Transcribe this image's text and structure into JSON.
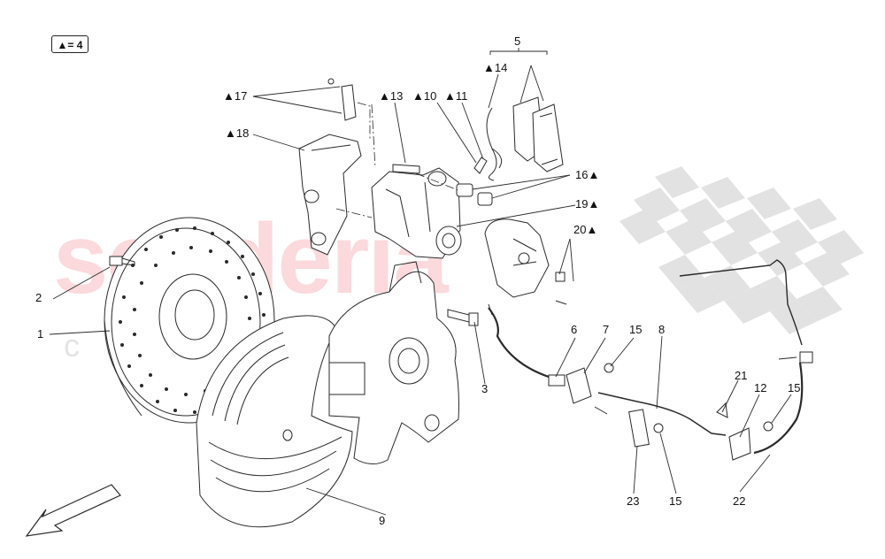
{
  "watermark": {
    "main": "scuderia",
    "sub": "car parts"
  },
  "legend": {
    "text": "▲= 4"
  },
  "callouts": [
    {
      "id": "c1",
      "text": "1"
    },
    {
      "id": "c2",
      "text": "2"
    },
    {
      "id": "c3",
      "text": "3"
    },
    {
      "id": "c5",
      "text": "5"
    },
    {
      "id": "c6",
      "text": "6"
    },
    {
      "id": "c7",
      "text": "7"
    },
    {
      "id": "c8",
      "text": "8"
    },
    {
      "id": "c9",
      "text": "9"
    },
    {
      "id": "c10",
      "text": "▲10"
    },
    {
      "id": "c11",
      "text": "▲11"
    },
    {
      "id": "c12",
      "text": "12"
    },
    {
      "id": "c13",
      "text": "▲13"
    },
    {
      "id": "c14",
      "text": "▲14"
    },
    {
      "id": "c15a",
      "text": "15"
    },
    {
      "id": "c15b",
      "text": "15"
    },
    {
      "id": "c15c",
      "text": "15"
    },
    {
      "id": "c16",
      "text": "16▲"
    },
    {
      "id": "c17",
      "text": "▲17"
    },
    {
      "id": "c18",
      "text": "▲18"
    },
    {
      "id": "c19",
      "text": "19▲"
    },
    {
      "id": "c20",
      "text": "20▲"
    },
    {
      "id": "c21",
      "text": "21"
    },
    {
      "id": "c22",
      "text": "22"
    },
    {
      "id": "c23",
      "text": "23"
    }
  ],
  "colors": {
    "line": "#2a2a2a",
    "part_fill": "#ffffff",
    "watermark": "#e8182a",
    "checker": "#d9d9d9"
  }
}
